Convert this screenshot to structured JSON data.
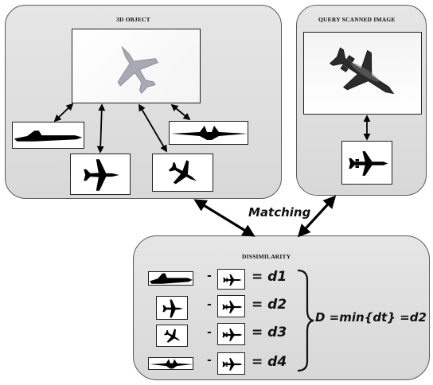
{
  "panels": {
    "object_title": "3D OBJECT",
    "query_title": "QUERY SCANNED IMAGE",
    "dissimilarity_title": "DISSIMILARITY"
  },
  "matching_label": "Matching",
  "dissimilarity_rows": [
    {
      "result": "= d1"
    },
    {
      "result": "= d2"
    },
    {
      "result": "= d3"
    },
    {
      "result": "= d4"
    }
  ],
  "dash": "-",
  "formula": "D =min{dt} =d2"
}
